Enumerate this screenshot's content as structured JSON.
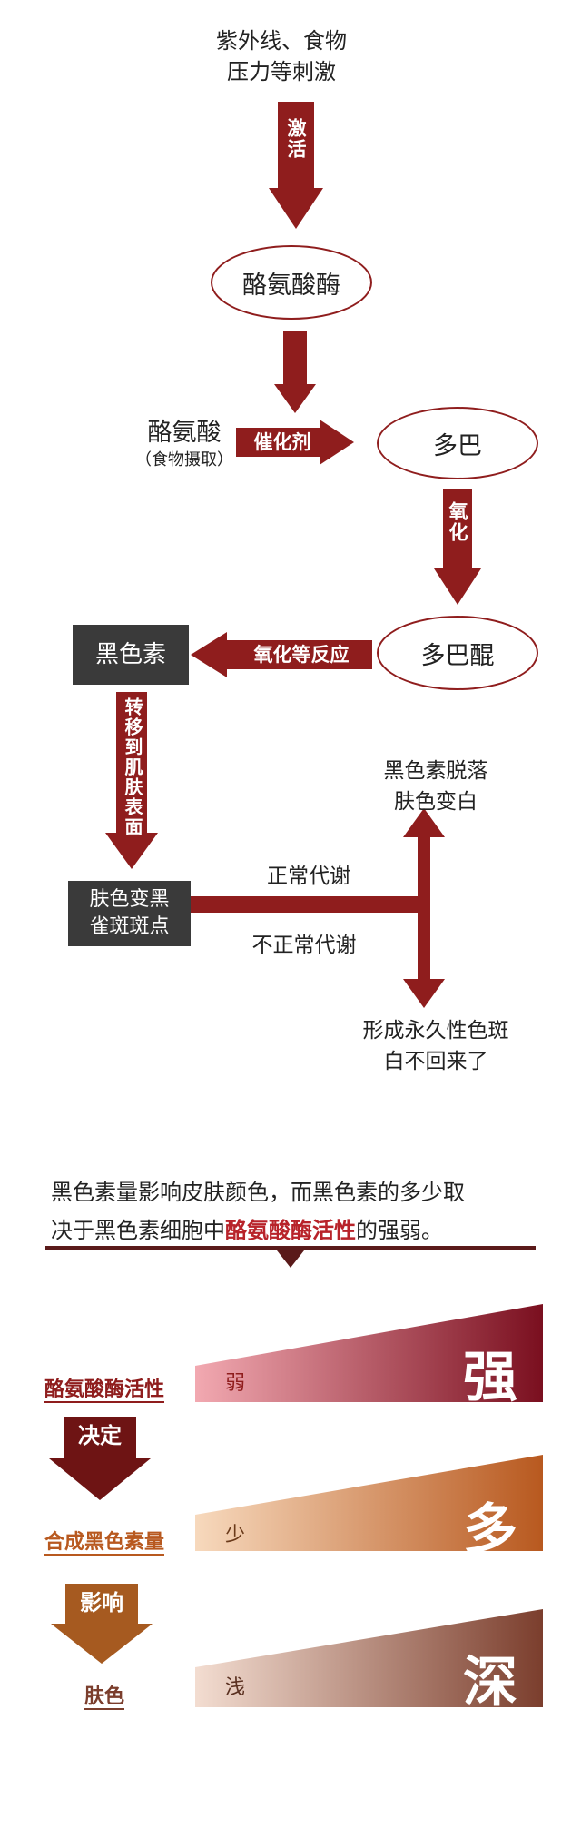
{
  "flow": {
    "stimulus_line1": "紫外线、食物",
    "stimulus_line2": "压力等刺激",
    "activate_label": "激活",
    "enzyme": "酪氨酸酶",
    "tyrosine": "酪氨酸",
    "tyrosine_source": "（食物摄取）",
    "catalyst_label": "催化剂",
    "dopa": "多巴",
    "oxidize_label": "氧化",
    "dopaquinone": "多巴醌",
    "oxidation_reaction_label": "氧化等反应",
    "melanin": "黑色素",
    "transfer_label": "转移到肌肤表面",
    "darkening_line1": "肤色变黑",
    "darkening_line2": "雀斑斑点",
    "normal_metabolism": "正常代谢",
    "abnormal_metabolism": "不正常代谢",
    "normal_result_line1": "黑色素脱落",
    "normal_result_line2": "肤色变白",
    "abnormal_result_line1": "形成永久性色斑",
    "abnormal_result_line2": "白不回来了"
  },
  "summary": {
    "line1": "黑色素量影响皮肤颜色，而黑色素的多少取",
    "line2_prefix": "决于黑色素细胞中",
    "line2_highlight": "酪氨酸酶活性",
    "line2_suffix": "的强弱。"
  },
  "relations": {
    "row1_label": "酪氨酸酶活性",
    "row1_weak": "弱",
    "row1_strong": "强",
    "arrow1_label": "决定",
    "row2_label": "合成黑色素量",
    "row2_weak": "少",
    "row2_strong": "多",
    "arrow2_label": "影响",
    "row3_label": "肤色",
    "row3_weak": "浅",
    "row3_strong": "深"
  },
  "colors": {
    "dark_red": "#8f1d1d",
    "highlight_red": "#b8232a",
    "row1_gradient": [
      "#f2a9b1",
      "#7a0f1f"
    ],
    "row2_gradient": [
      "#f7d9bd",
      "#b8591f"
    ],
    "row3_gradient": [
      "#f3ddd1",
      "#7b3e2d"
    ],
    "row1_label_color": "#8f1d1d",
    "row2_label_color": "#b8591f",
    "row3_label_color": "#7b3e2d",
    "arrow2_color": "#a65a20"
  }
}
